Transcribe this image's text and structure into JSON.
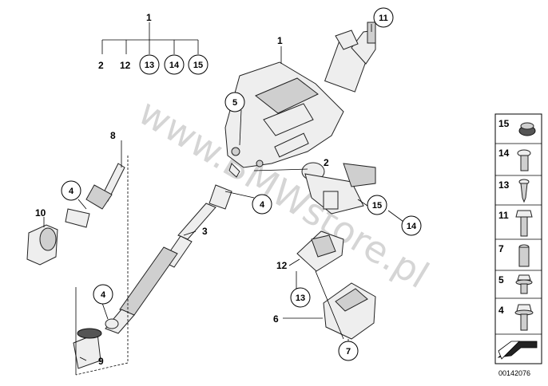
{
  "watermark": "www.BMWstore.pl",
  "diagram_code": "00142076",
  "tree": {
    "root": "1",
    "children": [
      "2",
      "12",
      "13",
      "14",
      "15"
    ]
  },
  "callouts": {
    "c1": "1",
    "c11": "11",
    "c5": "5",
    "c2": "2",
    "c4a": "4",
    "c4b": "4",
    "c4c": "4",
    "c8": "8",
    "c10": "10",
    "c3": "3",
    "c9": "9",
    "c15": "15",
    "c14": "14",
    "c12": "12",
    "c13": "13",
    "c6": "6",
    "c7": "7"
  },
  "legend": [
    {
      "num": "15",
      "icon": "rubber-grommet-icon"
    },
    {
      "num": "14",
      "icon": "shoulder-bolt-icon"
    },
    {
      "num": "13",
      "icon": "self-tapping-screw-icon"
    },
    {
      "num": "11",
      "icon": "hex-bolt-icon"
    },
    {
      "num": "7",
      "icon": "sleeve-nut-icon"
    },
    {
      "num": "5",
      "icon": "collar-screw-icon"
    },
    {
      "num": "4",
      "icon": "flange-bolt-icon"
    }
  ]
}
